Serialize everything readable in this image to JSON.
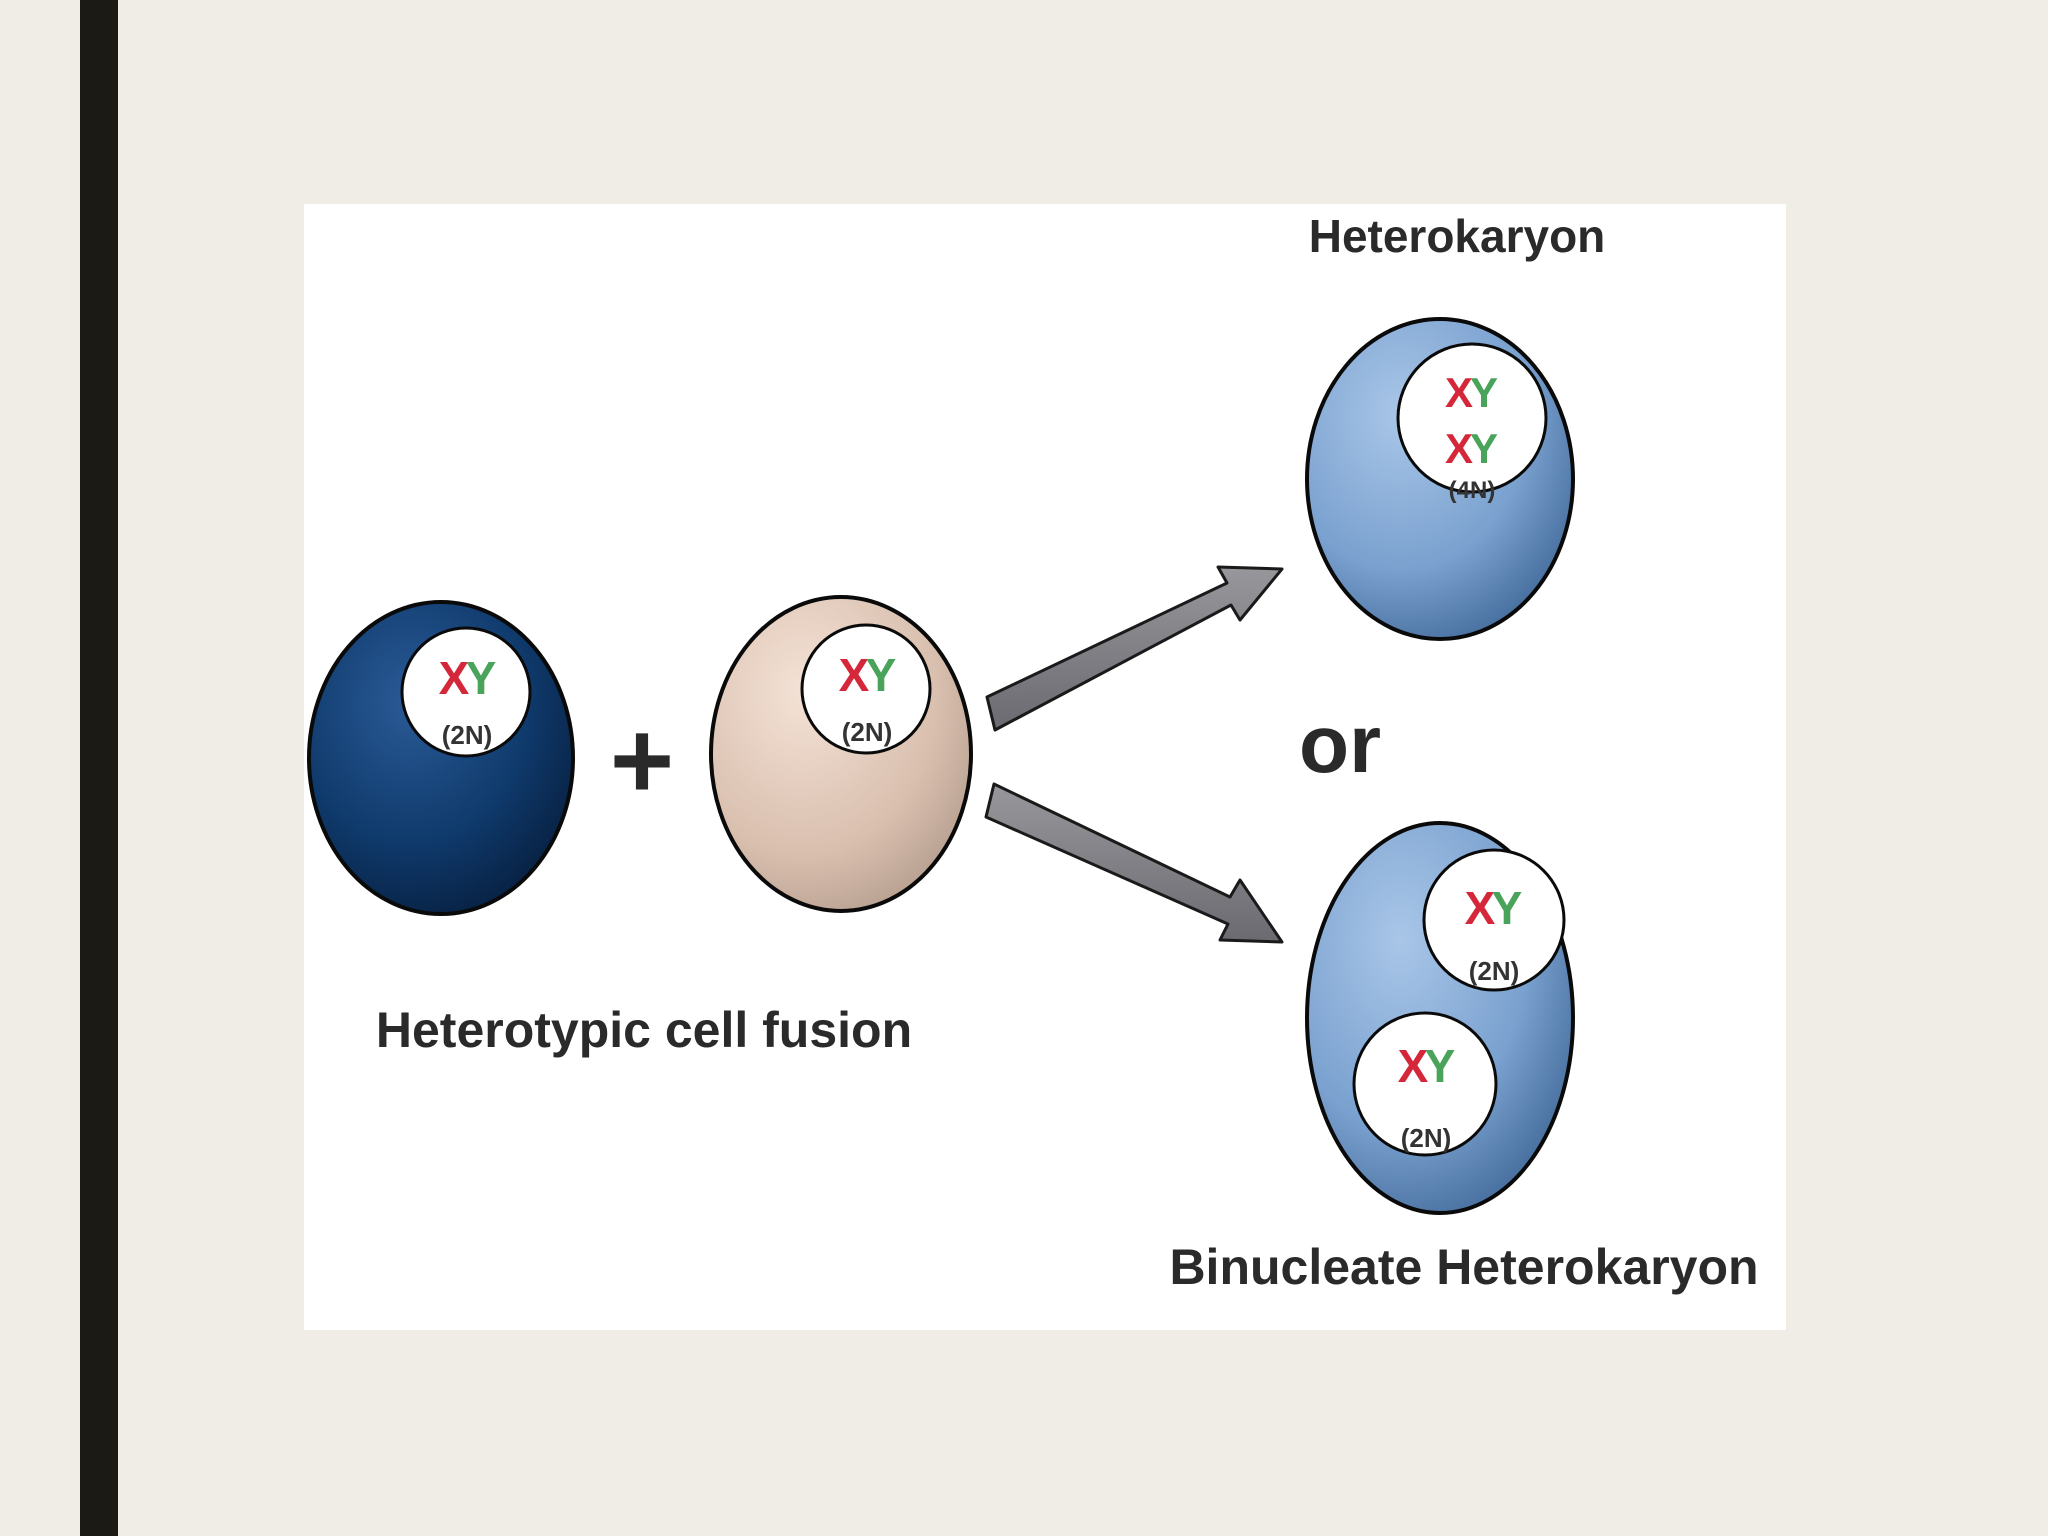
{
  "colors": {
    "slide_background": "#f0ede6",
    "accent_bar": "#1c1a14",
    "cell_dark_blue": "#0e3461",
    "cell_beige": "#dcc2b3",
    "cell_light_blue": "#6f97c7",
    "arrow_gray": "#7d7c82",
    "chromosome_x": "#d4283a",
    "chromosome_y": "#4aa35a"
  },
  "diagram": {
    "heterokaryon_label": "Heterokaryon",
    "fusion_label": "Heterotypic cell fusion",
    "or_label": "or",
    "binucleate_label": "Binucleate Heterokaryon",
    "plus_symbol": "+",
    "cell_left": {
      "x": "X",
      "y": "Y",
      "ploidy": "(2N)"
    },
    "cell_middle": {
      "x": "X",
      "y": "Y",
      "ploidy": "(2N)"
    },
    "cell_heterokaryon": {
      "x1": "X",
      "y1": "Y",
      "x2": "X",
      "y2": "Y",
      "ploidy": "(4N)"
    },
    "cell_binucleate_upper": {
      "x": "X",
      "y": "Y",
      "ploidy": "(2N)"
    },
    "cell_binucleate_lower": {
      "x": "X",
      "y": "Y",
      "ploidy": "(2N)"
    }
  }
}
